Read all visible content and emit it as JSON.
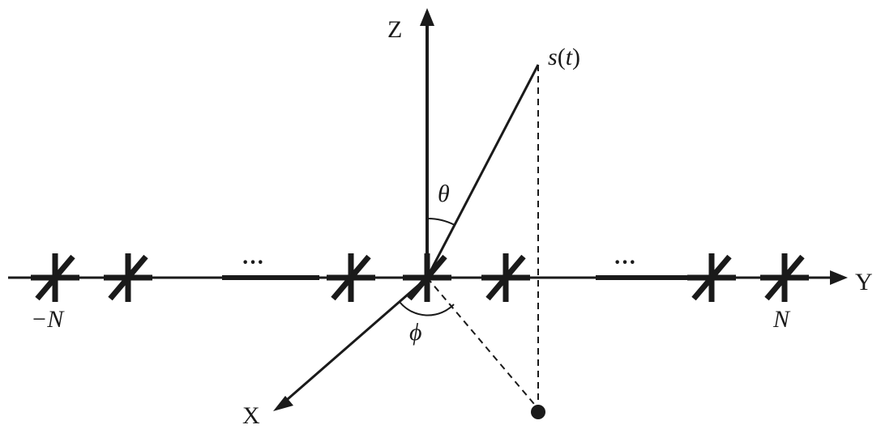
{
  "axes": {
    "z_label": "Z",
    "y_label": "Y",
    "x_label": "X"
  },
  "source": {
    "label_func": "s",
    "label_paren_open": "(",
    "label_arg": "t",
    "label_paren_close": ")"
  },
  "angles": {
    "theta": "θ",
    "phi": "ϕ"
  },
  "array": {
    "left_end_label": "−N",
    "right_end_label": "N",
    "ellipsis": "···",
    "colors": {
      "stroke": "#1a1a1a"
    }
  }
}
